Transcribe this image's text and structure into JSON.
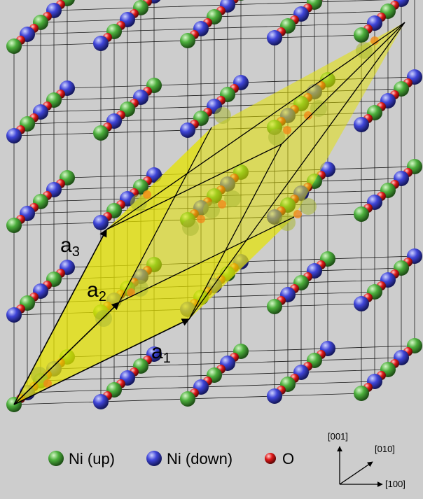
{
  "vectors": [
    {
      "label": "a",
      "sub": "3"
    },
    {
      "label": "a",
      "sub": "2"
    },
    {
      "label": "a",
      "sub": "1"
    }
  ],
  "legend": [
    {
      "label": "Ni (up)",
      "color": "#4caf3c"
    },
    {
      "label": "Ni (down)",
      "color": "#3f45d8"
    },
    {
      "label": "O",
      "color": "#e01818"
    }
  ],
  "axes": {
    "z": "[001]",
    "y": "[010]",
    "x": "[100]"
  },
  "colors": {
    "cell_fill": "#e6e400",
    "background": "#cdcdcd"
  }
}
